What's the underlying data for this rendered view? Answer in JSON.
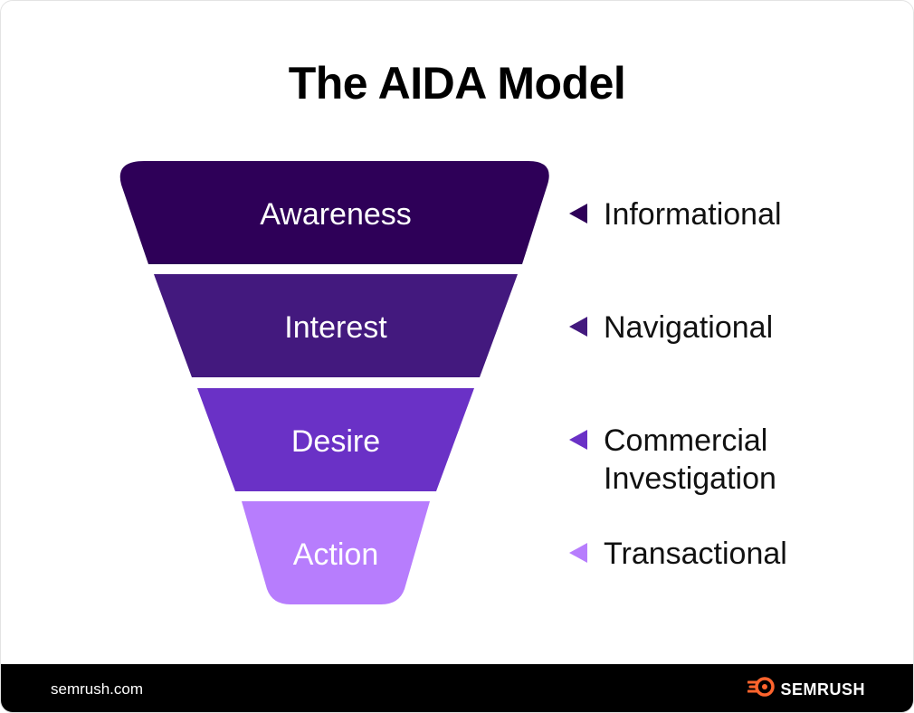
{
  "title": "The AIDA Model",
  "stages": [
    {
      "label": "Awareness",
      "color": "#2e0058"
    },
    {
      "label": "Interest",
      "color": "#43197e"
    },
    {
      "label": "Desire",
      "color": "#6a31c6"
    },
    {
      "label": "Action",
      "color": "#b77dfd"
    }
  ],
  "intents": [
    {
      "label": "Informational",
      "color": "#2e0058",
      "icon": "triangle-left-icon"
    },
    {
      "label": "Navigational",
      "color": "#43197e",
      "icon": "triangle-left-icon"
    },
    {
      "label": "Commercial\nInvestigation",
      "color": "#6a31c6",
      "icon": "triangle-left-icon"
    },
    {
      "label": "Transactional",
      "color": "#b77dfd",
      "icon": "triangle-left-icon"
    }
  ],
  "footer": {
    "site": "semrush.com",
    "brand": "SEMRUSH",
    "brand_color": "#ff642d",
    "background": "#000000"
  }
}
